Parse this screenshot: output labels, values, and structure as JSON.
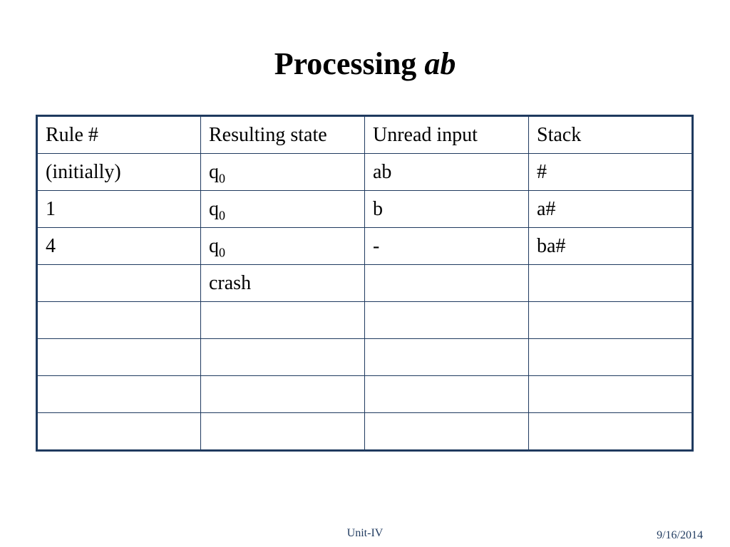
{
  "slide": {
    "title": "Processing",
    "title_emph": "ab",
    "footer_center": "Unit-IV",
    "footer_date": "9/16/2014"
  },
  "table": {
    "headers": [
      "Rule #",
      "Resulting state",
      "Unread input",
      "Stack"
    ],
    "rows": [
      {
        "rule": "(initially)",
        "state": "q",
        "state_sub": "0",
        "input": "ab",
        "stack": "#"
      },
      {
        "rule": "1",
        "state": "q",
        "state_sub": "0",
        "input": "b",
        "stack": "a#"
      },
      {
        "rule": "4",
        "state": "q",
        "state_sub": "0",
        "input": "-",
        "stack": "ba#"
      },
      {
        "rule": "",
        "state": "crash",
        "state_sub": "",
        "input": "",
        "stack": ""
      },
      {
        "rule": "",
        "state": "",
        "state_sub": "",
        "input": "",
        "stack": ""
      },
      {
        "rule": "",
        "state": "",
        "state_sub": "",
        "input": "",
        "stack": ""
      },
      {
        "rule": "",
        "state": "",
        "state_sub": "",
        "input": "",
        "stack": ""
      },
      {
        "rule": "",
        "state": "",
        "state_sub": "",
        "input": "",
        "stack": ""
      }
    ]
  }
}
